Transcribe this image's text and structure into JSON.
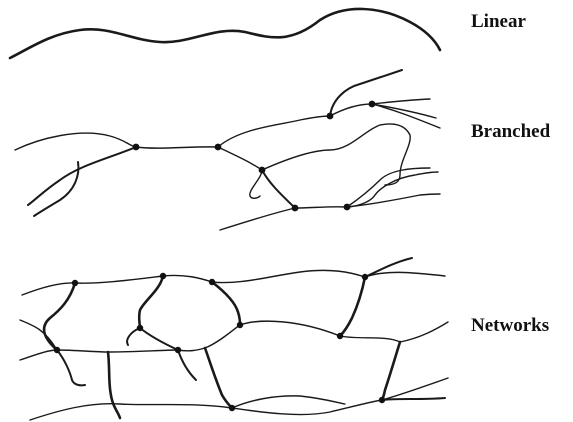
{
  "labels": {
    "linear": "Linear",
    "branched": "Branched",
    "networks": "Networks"
  },
  "colors": {
    "ink": "#1a1a1a",
    "background": "#ffffff"
  }
}
